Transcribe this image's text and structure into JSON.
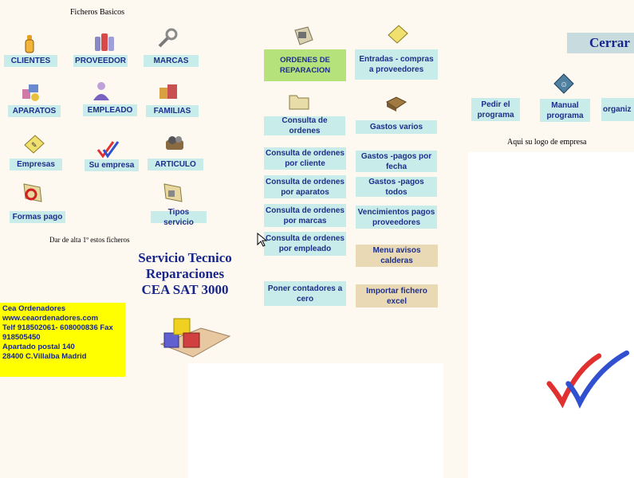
{
  "colors": {
    "bg": "#fdf8f0",
    "button": "#c8ecea",
    "button_text": "#1e2f8a",
    "tan": "#ead9b5",
    "green": "#b6e27c",
    "yellow": "#ffff00"
  },
  "basic": {
    "heading": "Ficheros Basicos",
    "clientes": "CLIENTES",
    "proveedor": "PROVEEDOR",
    "marcas": "MARCAS",
    "aparatos": "APARATOS",
    "empleado": "EMPLEADO",
    "familias": "FAMILIAS",
    "empresas": "Empresas",
    "su_empresa": "Su empresa",
    "articulo": "ARTICULO",
    "formas_pago": "Formas pago",
    "tipos_servicio": "Tipos servicio",
    "note": "Dar de alta 1º estos ficheros"
  },
  "app_title": {
    "line1": "Servicio Tecnico",
    "line2": "Reparaciones",
    "line3": "CEA SAT 3000"
  },
  "company": {
    "line1": "Cea Ordenadores",
    "line2": "www.ceaordenadores.com",
    "line3": "Telf 918502061- 608000836  Fax",
    "line4": "918505450",
    "line5": "Apartado postal 140",
    "line6": "28400 C.Villalba Madrid"
  },
  "mid": {
    "ordenes": "ORDENES DE REPARACION",
    "entradas": "Entradas - compras a proveedores",
    "consulta_ordenes": "Consulta de ordenes",
    "gastos_varios": "Gastos varios",
    "consulta_cliente": "Consulta de ordenes por cliente",
    "gastos_fecha": "Gastos -pagos por fecha",
    "consulta_aparatos": "Consulta de ordenes por aparatos",
    "gastos_todos": "Gastos -pagos todos",
    "consulta_marcas": "Consulta de ordenes por marcas",
    "vencimientos": "Vencimientos pagos proveedores",
    "consulta_empleado": "Consulta de ordenes por empleado",
    "avisos": "Menu avisos calderas",
    "contadores": "Poner contadores a cero",
    "importar": "Importar fichero excel"
  },
  "right": {
    "cerrar": "Cerrar",
    "pedir": "Pedir el programa",
    "manual": "Manual programa",
    "organiz": "organiz",
    "logo_label": "Aqui su logo de empresa"
  }
}
